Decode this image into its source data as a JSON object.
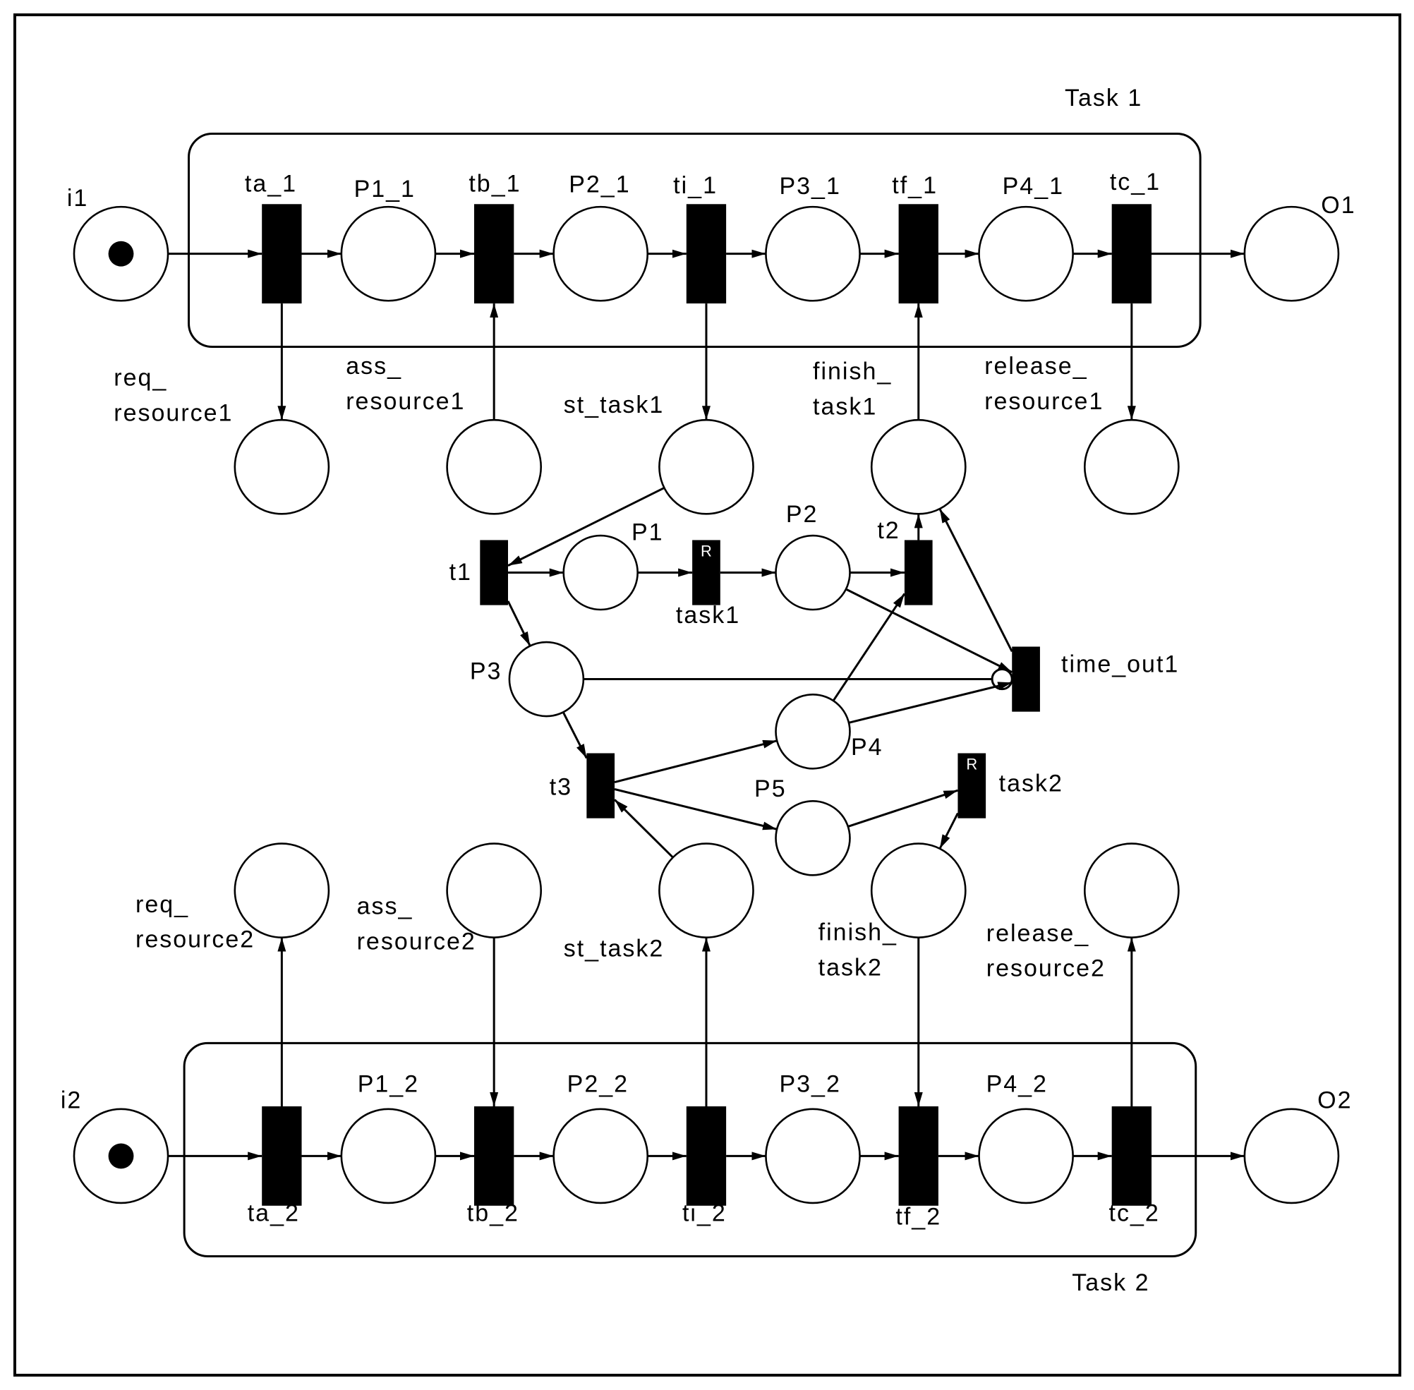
{
  "task_boxes": [
    {
      "id": "box1",
      "label": "Task 1"
    },
    {
      "id": "box2",
      "label": "Task 2"
    }
  ],
  "places": [
    {
      "id": "i1",
      "label": "i1",
      "tokens": 1
    },
    {
      "id": "P1_1",
      "label": "P1_1"
    },
    {
      "id": "P2_1",
      "label": "P2_1"
    },
    {
      "id": "P3_1",
      "label": "P3_1"
    },
    {
      "id": "P4_1",
      "label": "P4_1"
    },
    {
      "id": "O1",
      "label": "O1"
    },
    {
      "id": "req1",
      "label": [
        "req_",
        "resource1"
      ]
    },
    {
      "id": "ass1",
      "label": [
        "ass_",
        "resource1"
      ]
    },
    {
      "id": "st1",
      "label": [
        "st_task1"
      ]
    },
    {
      "id": "fin1",
      "label": [
        "finish_",
        "task1"
      ]
    },
    {
      "id": "rel1",
      "label": [
        "release_",
        "resource1"
      ]
    },
    {
      "id": "P1",
      "label": "P1"
    },
    {
      "id": "P2",
      "label": "P2"
    },
    {
      "id": "P3",
      "label": "P3"
    },
    {
      "id": "P4",
      "label": "P4"
    },
    {
      "id": "P5",
      "label": "P5"
    },
    {
      "id": "req2",
      "label": [
        "req_",
        "resource2"
      ]
    },
    {
      "id": "ass2",
      "label": [
        "ass_",
        "resource2"
      ]
    },
    {
      "id": "st2",
      "label": [
        "st_task2"
      ]
    },
    {
      "id": "fin2",
      "label": [
        "finish_",
        "task2"
      ]
    },
    {
      "id": "rel2",
      "label": [
        "release_",
        "resource2"
      ]
    },
    {
      "id": "i2",
      "label": "i2",
      "tokens": 1
    },
    {
      "id": "P1_2",
      "label": "P1_2"
    },
    {
      "id": "P2_2",
      "label": "P2_2"
    },
    {
      "id": "P3_2",
      "label": "P3_2"
    },
    {
      "id": "P4_2",
      "label": "P4_2"
    },
    {
      "id": "O2",
      "label": "O2"
    }
  ],
  "transitions": [
    {
      "id": "ta_1",
      "label": "ta_1"
    },
    {
      "id": "tb_1",
      "label": "tb_1"
    },
    {
      "id": "ti_1",
      "label": "ti_1"
    },
    {
      "id": "tf_1",
      "label": "tf_1"
    },
    {
      "id": "tc_1",
      "label": "tc_1"
    },
    {
      "id": "t1",
      "label": "t1"
    },
    {
      "id": "task1",
      "label": "task1",
      "marker": "R"
    },
    {
      "id": "t2",
      "label": "t2"
    },
    {
      "id": "time_out1",
      "label": "time_out1"
    },
    {
      "id": "t3",
      "label": "t3"
    },
    {
      "id": "task2",
      "label": "task2",
      "marker": "R"
    },
    {
      "id": "ta_2",
      "label": "ta_2"
    },
    {
      "id": "tb_2",
      "label": "tb_2"
    },
    {
      "id": "ti_2",
      "label": "ti_2"
    },
    {
      "id": "tf_2",
      "label": "tf_2"
    },
    {
      "id": "tc_2",
      "label": "tc_2"
    }
  ],
  "arcs": [
    {
      "from": "i1",
      "to": "ta_1"
    },
    {
      "from": "ta_1",
      "to": "P1_1"
    },
    {
      "from": "P1_1",
      "to": "tb_1"
    },
    {
      "from": "tb_1",
      "to": "P2_1"
    },
    {
      "from": "P2_1",
      "to": "ti_1"
    },
    {
      "from": "ti_1",
      "to": "P3_1"
    },
    {
      "from": "P3_1",
      "to": "tf_1"
    },
    {
      "from": "tf_1",
      "to": "P4_1"
    },
    {
      "from": "P4_1",
      "to": "tc_1"
    },
    {
      "from": "tc_1",
      "to": "O1"
    },
    {
      "from": "ta_1",
      "to": "req1"
    },
    {
      "from": "ass1",
      "to": "tb_1"
    },
    {
      "from": "ti_1",
      "to": "st1"
    },
    {
      "from": "fin1",
      "to": "tf_1"
    },
    {
      "from": "tc_1",
      "to": "rel1"
    },
    {
      "from": "st1",
      "to": "t1"
    },
    {
      "from": "t1",
      "to": "P1"
    },
    {
      "from": "t1",
      "to": "P3"
    },
    {
      "from": "P1",
      "to": "task1"
    },
    {
      "from": "task1",
      "to": "P2"
    },
    {
      "from": "P2",
      "to": "t2"
    },
    {
      "from": "t2",
      "to": "fin1"
    },
    {
      "from": "P2",
      "to": "time_out1"
    },
    {
      "from": "P3",
      "to": "time_out1",
      "inhibitor": true
    },
    {
      "from": "P4",
      "to": "time_out1"
    },
    {
      "from": "time_out1",
      "to": "fin1"
    },
    {
      "from": "P4",
      "to": "t2"
    },
    {
      "from": "P3",
      "to": "t3"
    },
    {
      "from": "t3",
      "to": "P4"
    },
    {
      "from": "t3",
      "to": "P5"
    },
    {
      "from": "st2",
      "to": "t3"
    },
    {
      "from": "P5",
      "to": "task2"
    },
    {
      "from": "task2",
      "to": "fin2"
    },
    {
      "from": "i2",
      "to": "ta_2"
    },
    {
      "from": "ta_2",
      "to": "P1_2"
    },
    {
      "from": "P1_2",
      "to": "tb_2"
    },
    {
      "from": "tb_2",
      "to": "P2_2"
    },
    {
      "from": "P2_2",
      "to": "ti_2"
    },
    {
      "from": "ti_2",
      "to": "P3_2"
    },
    {
      "from": "P3_2",
      "to": "tf_2"
    },
    {
      "from": "tf_2",
      "to": "P4_2"
    },
    {
      "from": "P4_2",
      "to": "tc_2"
    },
    {
      "from": "tc_2",
      "to": "O2"
    },
    {
      "from": "ta_2",
      "to": "req2"
    },
    {
      "from": "ass2",
      "to": "tb_2"
    },
    {
      "from": "ti_2",
      "to": "st2"
    },
    {
      "from": "fin2",
      "to": "tf_2"
    },
    {
      "from": "tc_2",
      "to": "rel2"
    }
  ]
}
